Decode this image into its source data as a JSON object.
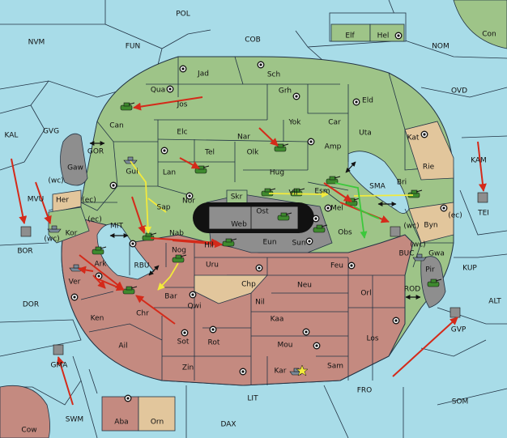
{
  "colors": {
    "sea": "#a8dce8",
    "player_green": "#9ec488",
    "player_red": "#c48a80",
    "neutral_tan": "#e2c69c",
    "impassable_gray": "#8e8e8e",
    "order_red": "#d42a1a",
    "order_yellow": "#f2ea3c",
    "order_green": "#3cc83c"
  },
  "sea_labels": {
    "pol": "POL",
    "fun": "FUN",
    "cob": "COB",
    "nom": "NOM",
    "nvm": "NVM",
    "kal": "KAL",
    "gvg": "GVG",
    "gor": "GOR",
    "ovd": "OVD",
    "kam": "KAM",
    "tei": "TEI",
    "sma": "SMA",
    "mvu": "MVU",
    "bor": "BOR",
    "mit": "MIT",
    "rbu": "RBU",
    "buc": "BUC",
    "kup": "KUP",
    "rod": "ROD",
    "dor": "DOR",
    "alt": "ALT",
    "gvp": "GVP",
    "gma": "GMA",
    "fro": "FRO",
    "lit": "LIT",
    "som": "SOM",
    "swm": "SWM",
    "dax": "DAX",
    "con": "Con",
    "cow": "Cow"
  },
  "coast_labels": {
    "wc1": "(wc)",
    "ec1": "(ec)",
    "ec2": "(ec)",
    "wc2": "(wc)",
    "wc3": "(wc)",
    "ec3": "(ec)",
    "wc4": "(wc)"
  },
  "provinces": {
    "elf": "Elf",
    "hel": "Hel",
    "jad": "Jad",
    "sch": "Sch",
    "qua": "Qua",
    "jos": "Jos",
    "grh": "Grh",
    "eld": "Eld",
    "can": "Can",
    "elc": "Elc",
    "yok": "Yok",
    "car": "Car",
    "uta": "Uta",
    "nar": "Nar",
    "kat": "Kat",
    "gaw": "Gaw",
    "tel": "Tel",
    "olk": "Olk",
    "amp": "Amp",
    "gui": "Gui",
    "lan": "Lan",
    "hug": "Hug",
    "rie": "Rie",
    "bri": "Bri",
    "esm": "Esm",
    "vil": "Vil",
    "her": "Her",
    "nor": "Nor",
    "skr": "Skr",
    "sap": "Sap",
    "ost": "Ost",
    "mel": "Mel",
    "web": "Web",
    "kor": "Kor",
    "byn": "Byn",
    "nab": "Nab",
    "obs": "Obs",
    "eun": "Eun",
    "sun": "Sun",
    "hil": "Hil",
    "gwa": "Gwa",
    "ark": "Ark",
    "nog": "Nog",
    "uru": "Uru",
    "feu": "Feu",
    "pir": "Pir",
    "ver": "Ver",
    "chp": "Chp",
    "neu": "Neu",
    "bar": "Bar",
    "orl": "Orl",
    "ken": "Ken",
    "chr": "Chr",
    "qwi": "Qwi",
    "nil": "Nil",
    "kaa": "Kaa",
    "ail": "Ail",
    "sot": "Sot",
    "rot": "Rot",
    "mou": "Mou",
    "los": "Los",
    "zin": "Zin",
    "kar": "Kar",
    "sam": "Sam",
    "aba": "Aba",
    "orn": "Orn"
  }
}
